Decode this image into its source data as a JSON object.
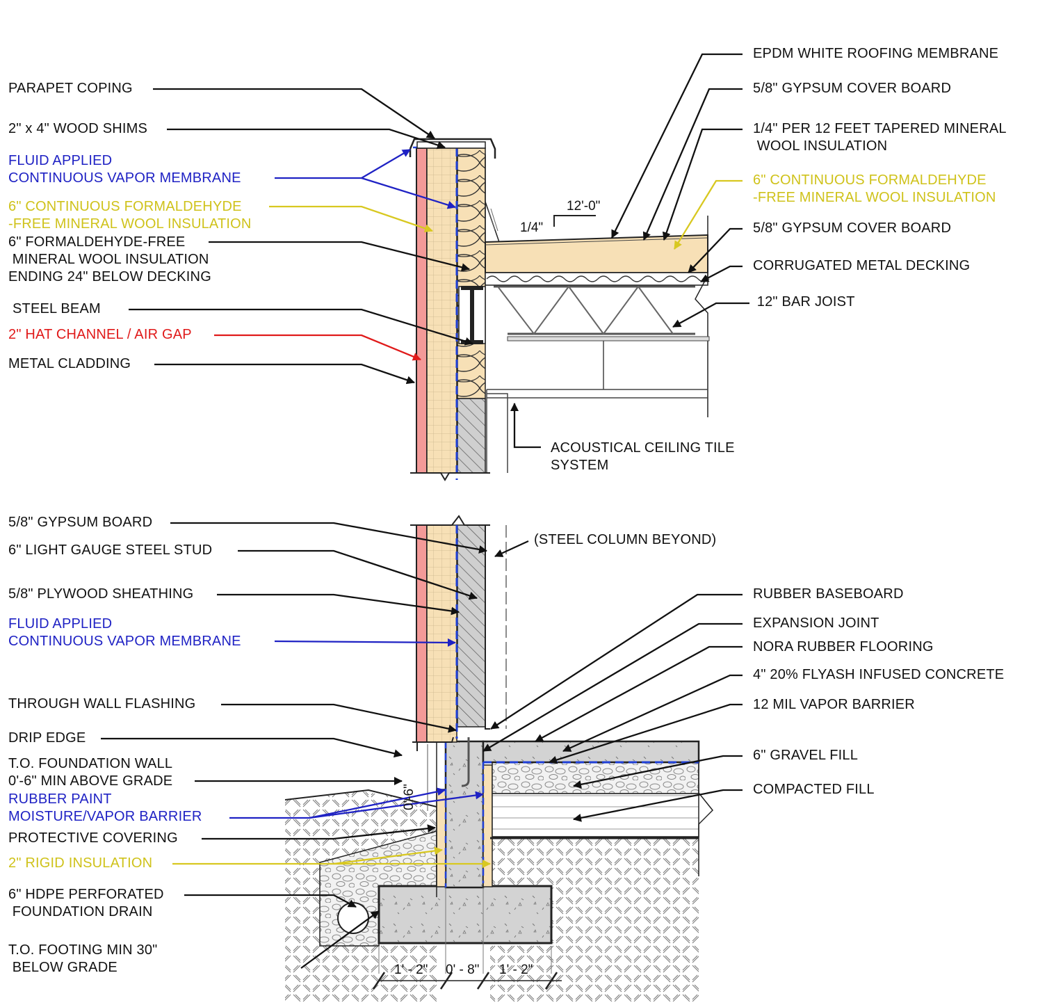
{
  "colors": {
    "black_label": "#111111",
    "blue_label": "#1f22c4",
    "yellow_label": "#cfc21a",
    "red_label": "#e01a1a",
    "insulation_fill": "#f7e0b6",
    "cladding_fill": "#f39a98",
    "concrete_fill": "#d0d0d0",
    "gravel_fill": "#f0f0f0",
    "membrane_dash": "#1f3fd6"
  },
  "roof_detail": {
    "labels_left": [
      {
        "id": "parapet-coping",
        "text": "PARAPET COPING",
        "color": "black"
      },
      {
        "id": "wood-shims",
        "text": "2\" x 4\" WOOD SHIMS",
        "color": "black"
      },
      {
        "id": "vapor-membrane-1",
        "text": "FLUID APPLIED",
        "color": "blue"
      },
      {
        "id": "vapor-membrane-2",
        "text": "CONTINUOUS VAPOR MEMBRANE",
        "color": "blue"
      },
      {
        "id": "cont-insulation-1",
        "text": "6\" CONTINUOUS FORMALDEHYDE",
        "color": "yellow"
      },
      {
        "id": "cont-insulation-2",
        "text": "-FREE MINERAL WOOL INSULATION",
        "color": "yellow"
      },
      {
        "id": "wall-insulation-1",
        "text": "6\" FORMALDEHYDE-FREE",
        "color": "black"
      },
      {
        "id": "wall-insulation-2",
        "text": " MINERAL WOOL INSULATION",
        "color": "black"
      },
      {
        "id": "wall-insulation-3",
        "text": "ENDING 24\" BELOW DECKING",
        "color": "black"
      },
      {
        "id": "steel-beam",
        "text": "STEEL BEAM",
        "color": "black"
      },
      {
        "id": "hat-channel",
        "text": "2\" HAT CHANNEL / AIR GAP",
        "color": "red"
      },
      {
        "id": "metal-cladding",
        "text": "METAL CLADDING",
        "color": "black"
      }
    ],
    "labels_right": [
      {
        "id": "epdm",
        "text": "EPDM WHITE ROOFING MEMBRANE",
        "color": "black"
      },
      {
        "id": "cover-board-top",
        "text": "5/8\" GYPSUM COVER BOARD",
        "color": "black"
      },
      {
        "id": "tapered-1",
        "text": "1/4\" PER 12 FEET TAPERED MINERAL",
        "color": "black"
      },
      {
        "id": "tapered-2",
        "text": " WOOL INSULATION",
        "color": "black"
      },
      {
        "id": "roof-insulation-1",
        "text": "6\" CONTINUOUS FORMALDEHYDE",
        "color": "yellow"
      },
      {
        "id": "roof-insulation-2",
        "text": "-FREE MINERAL WOOL INSULATION",
        "color": "yellow"
      },
      {
        "id": "cover-board-bottom",
        "text": "5/8\" GYPSUM COVER BOARD",
        "color": "black"
      },
      {
        "id": "decking",
        "text": "CORRUGATED METAL DECKING",
        "color": "black"
      },
      {
        "id": "bar-joist",
        "text": " 12\" BAR JOIST",
        "color": "black"
      },
      {
        "id": "ceiling-1",
        "text": "ACOUSTICAL CEILING TILE",
        "color": "black"
      },
      {
        "id": "ceiling-2",
        "text": "SYSTEM",
        "color": "black"
      }
    ],
    "slope_rise": "1/4\"",
    "slope_run": "12'-0\""
  },
  "foundation_detail": {
    "labels_left": [
      {
        "id": "gypsum-board",
        "text": "5/8\" GYPSUM BOARD",
        "color": "black"
      },
      {
        "id": "steel-stud",
        "text": "6\" LIGHT GAUGE STEEL STUD",
        "color": "black"
      },
      {
        "id": "plywood",
        "text": "5/8\" PLYWOOD SHEATHING",
        "color": "black"
      },
      {
        "id": "vapor-membrane-3",
        "text": "FLUID APPLIED",
        "color": "blue"
      },
      {
        "id": "vapor-membrane-4",
        "text": "CONTINUOUS VAPOR MEMBRANE",
        "color": "blue"
      },
      {
        "id": "flashing",
        "text": "THROUGH WALL FLASHING",
        "color": "black"
      },
      {
        "id": "drip-edge",
        "text": "DRIP EDGE",
        "color": "black"
      },
      {
        "id": "to-foundation-1",
        "text": "T.O. FOUNDATION WALL",
        "color": "black"
      },
      {
        "id": "to-foundation-2",
        "text": "0'-6\" MIN ABOVE GRADE",
        "color": "black"
      },
      {
        "id": "rubber-paint-1",
        "text": "RUBBER PAINT",
        "color": "blue"
      },
      {
        "id": "rubber-paint-2",
        "text": "MOISTURE/VAPOR BARRIER",
        "color": "blue"
      },
      {
        "id": "protective",
        "text": "PROTECTIVE COVERING",
        "color": "black"
      },
      {
        "id": "rigid-insulation",
        "text": "2\" RIGID INSULATION",
        "color": "yellow"
      },
      {
        "id": "drain-1",
        "text": "6\" HDPE PERFORATED",
        "color": "black"
      },
      {
        "id": "drain-2",
        "text": " FOUNDATION DRAIN",
        "color": "black"
      },
      {
        "id": "footing-1",
        "text": "T.O. FOOTING MIN 30\"",
        "color": "black"
      },
      {
        "id": "footing-2",
        "text": " BELOW GRADE",
        "color": "black"
      }
    ],
    "labels_right": [
      {
        "id": "column-beyond",
        "text": "(STEEL COLUMN BEYOND)",
        "color": "black"
      },
      {
        "id": "baseboard",
        "text": "RUBBER BASEBOARD",
        "color": "black"
      },
      {
        "id": "expansion-joint",
        "text": "EXPANSION JOINT",
        "color": "black"
      },
      {
        "id": "flooring",
        "text": "NORA RUBBER FLOORING",
        "color": "black"
      },
      {
        "id": "concrete",
        "text": "4\" 20% FLYASH INFUSED CONCRETE",
        "color": "black"
      },
      {
        "id": "vapor-barrier",
        "text": "12 MIL VAPOR BARRIER",
        "color": "black"
      },
      {
        "id": "gravel",
        "text": "6\" GRAVEL FILL",
        "color": "black"
      },
      {
        "id": "compacted",
        "text": "COMPACTED FILL",
        "color": "black"
      }
    ],
    "dim_wall_height": "0'-6\"",
    "dim_footing_left": "1' - 2\"",
    "dim_wall_width": "0' - 8\"",
    "dim_footing_right": "1' - 2\""
  }
}
